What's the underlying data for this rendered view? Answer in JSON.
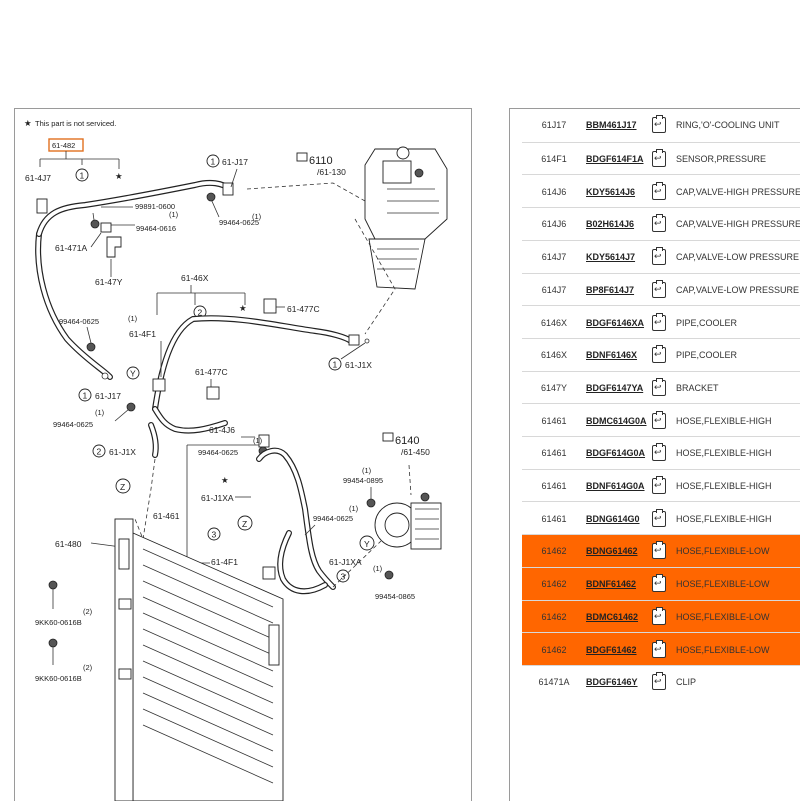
{
  "diagram": {
    "note": "This part is not serviced.",
    "boxed_label": "61-482",
    "labels": {
      "l_61_4j7_a": "61-4J7",
      "l_61_j17_a": "61-J17",
      "l_99891": "99891-0600",
      "l_99464_0616": "99464-0616",
      "l_61_471a": "61-471A",
      "l_99464_0625_a": "99464-0625",
      "l_61_47y": "61-47Y",
      "l_6110": "6110",
      "l_61_130": "/61-130",
      "l_61_46x": "61-46X",
      "l_61_477c_a": "61-477C",
      "l_99464_0625_b": "99464-0625",
      "l_61_4f1_a": "61-4F1",
      "l_61_477c_b": "61-477C",
      "l_61_j1x_a": "61-J1X",
      "l_61_j17_b": "61-J17",
      "l_99464_0625_c": "99464-0625",
      "l_61_j1x_b": "61-J1X",
      "l_61_4j6": "61-4J6",
      "l_99464_0625_d": "99464-0625",
      "l_6140": "6140",
      "l_61_450": "/61-450",
      "l_99454_0895": "99454-0895",
      "l_61_j1xa_a": "61-J1XA",
      "l_61_461": "61-461",
      "l_99464_0625_e": "99464-0625",
      "l_61_480": "61-480",
      "l_61_j1xa_b": "61-J1XA",
      "l_61_4f1_b": "61-4F1",
      "l_99454_0865": "99454-0865",
      "l_9kk60_a": "9KK60-0616B",
      "l_9kk60_b": "9KK60-0616B",
      "qty_1": "(1)",
      "qty_2": "(2)",
      "c1": "1",
      "c2": "2",
      "c3": "3",
      "cz": "Z",
      "cy": "Y"
    }
  },
  "parts": {
    "rows": [
      {
        "code": "61J17",
        "part_no": "BBM461J17",
        "desc": "RING,'O'-COOLING UNIT",
        "highlighted": false
      },
      {
        "code": "614F1",
        "part_no": "BDGF614F1A",
        "desc": "SENSOR,PRESSURE",
        "highlighted": false
      },
      {
        "code": "614J6",
        "part_no": "KDY5614J6",
        "desc": "CAP,VALVE-HIGH PRESSURE",
        "highlighted": false
      },
      {
        "code": "614J6",
        "part_no": "B02H614J6",
        "desc": "CAP,VALVE-HIGH PRESSURE",
        "highlighted": false
      },
      {
        "code": "614J7",
        "part_no": "KDY5614J7",
        "desc": "CAP,VALVE-LOW PRESSURE",
        "highlighted": false
      },
      {
        "code": "614J7",
        "part_no": "BP8F614J7",
        "desc": "CAP,VALVE-LOW PRESSURE",
        "highlighted": false
      },
      {
        "code": "6146X",
        "part_no": "BDGF6146XA",
        "desc": "PIPE,COOLER",
        "highlighted": false
      },
      {
        "code": "6146X",
        "part_no": "BDNF6146X",
        "desc": "PIPE,COOLER",
        "highlighted": false
      },
      {
        "code": "6147Y",
        "part_no": "BDGF6147YA",
        "desc": "BRACKET",
        "highlighted": false
      },
      {
        "code": "61461",
        "part_no": "BDMC614G0A",
        "desc": "HOSE,FLEXIBLE-HIGH",
        "highlighted": false
      },
      {
        "code": "61461",
        "part_no": "BDGF614G0A",
        "desc": "HOSE,FLEXIBLE-HIGH",
        "highlighted": false
      },
      {
        "code": "61461",
        "part_no": "BDNF614G0A",
        "desc": "HOSE,FLEXIBLE-HIGH",
        "highlighted": false
      },
      {
        "code": "61461",
        "part_no": "BDNG614G0",
        "desc": "HOSE,FLEXIBLE-HIGH",
        "highlighted": false
      },
      {
        "code": "61462",
        "part_no": "BDNG61462",
        "desc": "HOSE,FLEXIBLE-LOW",
        "highlighted": true
      },
      {
        "code": "61462",
        "part_no": "BDNF61462",
        "desc": "HOSE,FLEXIBLE-LOW",
        "highlighted": true
      },
      {
        "code": "61462",
        "part_no": "BDMC61462",
        "desc": "HOSE,FLEXIBLE-LOW",
        "highlighted": true
      },
      {
        "code": "61462",
        "part_no": "BDGF61462",
        "desc": "HOSE,FLEXIBLE-LOW",
        "highlighted": true
      },
      {
        "code": "61471A",
        "part_no": "BDGF6146Y",
        "desc": "CLIP",
        "highlighted": false
      }
    ],
    "cart_icon_glyph": "↩",
    "highlight_color": "#ff6600"
  }
}
